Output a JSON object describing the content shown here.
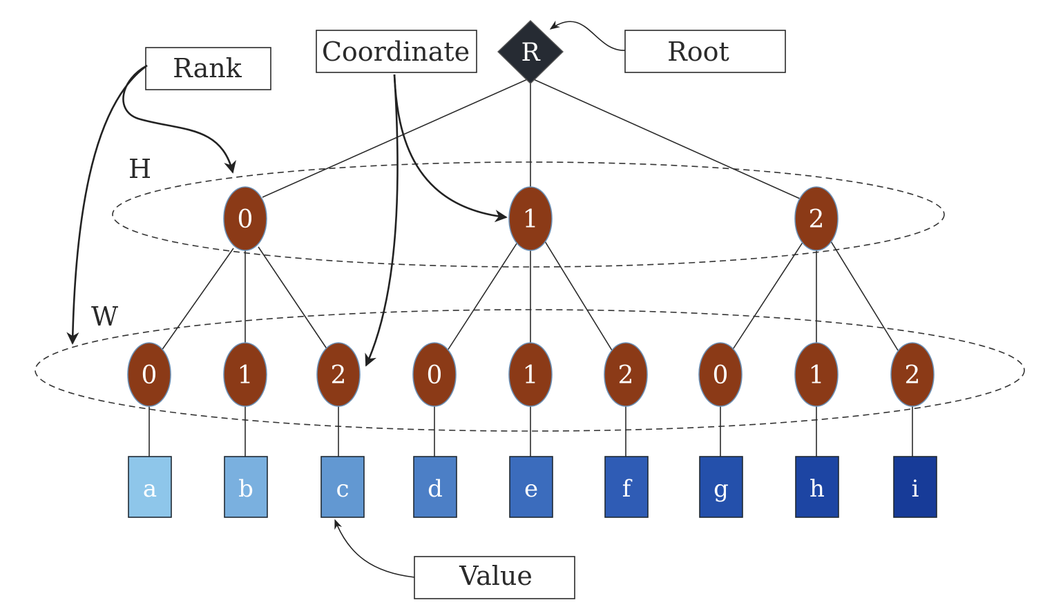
{
  "labels": {
    "rank": "Rank",
    "coordinate": "Coordinate",
    "root_label": "Root",
    "value": "Value",
    "axis_h": "H",
    "axis_w": "W"
  },
  "root": {
    "text": "R",
    "color": "#262b33"
  },
  "level1": [
    {
      "text": "0"
    },
    {
      "text": "1"
    },
    {
      "text": "2"
    }
  ],
  "level2": [
    {
      "text": "0"
    },
    {
      "text": "1"
    },
    {
      "text": "2"
    },
    {
      "text": "0"
    },
    {
      "text": "1"
    },
    {
      "text": "2"
    },
    {
      "text": "0"
    },
    {
      "text": "1"
    },
    {
      "text": "2"
    }
  ],
  "leaves": [
    {
      "text": "a",
      "color": "#8ec6ea"
    },
    {
      "text": "b",
      "color": "#7ab0df"
    },
    {
      "text": "c",
      "color": "#6298d2"
    },
    {
      "text": "d",
      "color": "#4c7fc6"
    },
    {
      "text": "e",
      "color": "#3b6cbd"
    },
    {
      "text": "f",
      "color": "#2f5cb5"
    },
    {
      "text": "g",
      "color": "#2450ab"
    },
    {
      "text": "h",
      "color": "#1d45a3"
    },
    {
      "text": "i",
      "color": "#173b98"
    }
  ],
  "colors": {
    "node_fill": "#8b3a17",
    "node_stroke": "#6b8fb4"
  }
}
